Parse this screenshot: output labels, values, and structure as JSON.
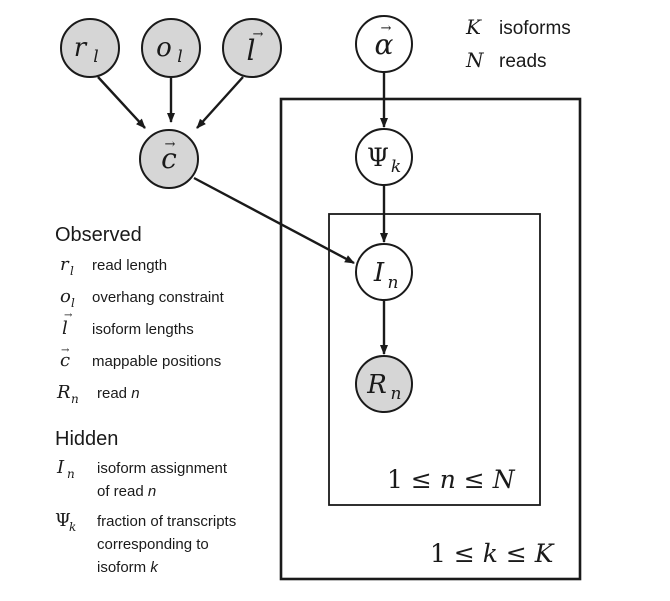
{
  "nodes": {
    "r": {
      "symbol": "r",
      "sub": "l"
    },
    "o": {
      "symbol": "o",
      "sub": "l"
    },
    "l": {
      "symbol": "l",
      "arrow": "→"
    },
    "c": {
      "symbol": "c",
      "arrow": "→"
    },
    "alpha": {
      "symbol": "α",
      "arrow": "→"
    },
    "psi": {
      "symbol": "Ψ",
      "sub": "k"
    },
    "i": {
      "symbol": "I",
      "sub": "n"
    },
    "rn": {
      "symbol": "R",
      "sub": "n"
    }
  },
  "legend_top": [
    {
      "symbol": "K",
      "label": "isoforms"
    },
    {
      "symbol": "N",
      "label": "reads"
    }
  ],
  "plates": {
    "outer_label": {
      "left": "1 ≤ ",
      "var": "k",
      "mid": " ≤ ",
      "bound": "K"
    },
    "inner_label": {
      "left": "1 ≤ ",
      "var": "n",
      "mid": " ≤ ",
      "bound": "N"
    }
  },
  "observed": {
    "heading": "Observed",
    "items": [
      {
        "symbol": "r",
        "sub": "l",
        "label": "read length"
      },
      {
        "symbol": "o",
        "sub": "l",
        "label": "overhang constraint"
      },
      {
        "symbol": "l",
        "arrow": "→",
        "label": "isoform lengths"
      },
      {
        "symbol": "c",
        "arrow": "→",
        "label": "mappable positions"
      },
      {
        "symbol": "R",
        "sub": "n",
        "label": "read ",
        "label_var": "n"
      }
    ]
  },
  "hidden": {
    "heading": "Hidden",
    "items": [
      {
        "symbol": "I",
        "sub": "n",
        "lines": [
          "isoform assignment",
          "of read "
        ],
        "line_var": "n"
      },
      {
        "symbol": "Ψ",
        "sub": "k",
        "lines": [
          "fraction of transcripts",
          "corresponding to",
          "isoform "
        ],
        "line_var": "k"
      }
    ]
  },
  "colors": {
    "observed_fill": "#d6d6d6",
    "hidden_fill": "#ffffff",
    "stroke": "#1a1a1a"
  }
}
